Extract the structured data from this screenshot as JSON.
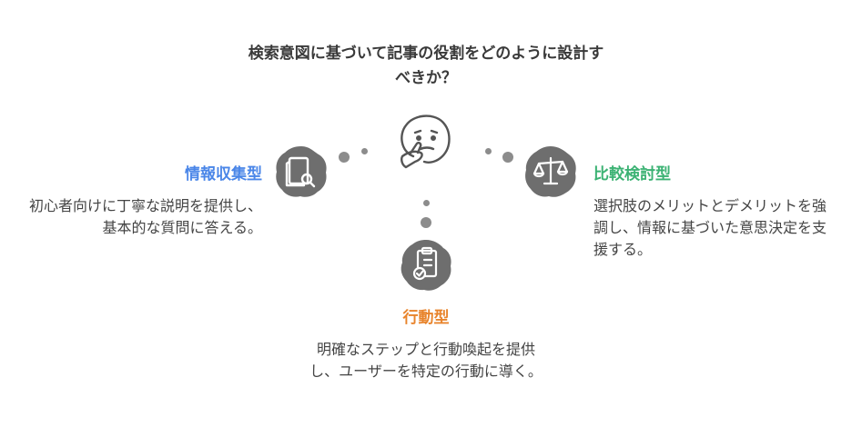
{
  "title": "検索意図に基づいて記事の役割をどのように設計すべきか？",
  "items": [
    {
      "heading": "情報収集型",
      "description": "初心者向けに丁寧な説明を提供し、基本的な質問に答える。",
      "color": "#4a86e8",
      "icon": "search-document-icon"
    },
    {
      "heading": "比較検討型",
      "description": "選択肢のメリットとデメリットを強調し、情報に基づいた意思決定を支援する。",
      "color": "#3bb273",
      "icon": "balance-scale-icon"
    },
    {
      "heading": "行動型",
      "description": "明確なステップと行動喚起を提供し、ユーザーを特定の行動に導く。",
      "color": "#e8842c",
      "icon": "clipboard-check-icon"
    }
  ],
  "center_icon": "thinking-face-icon"
}
